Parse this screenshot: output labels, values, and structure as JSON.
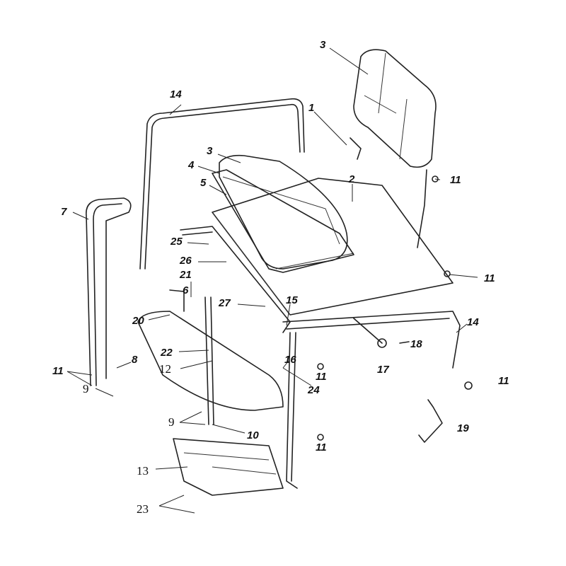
{
  "diagram": {
    "type": "exploded-parts-view",
    "callouts": [
      "1",
      "2",
      "3",
      "3",
      "4",
      "5",
      "6",
      "7",
      "8",
      "9",
      "9",
      "10",
      "11",
      "11",
      "11",
      "11",
      "11",
      "11",
      "12",
      "13",
      "14",
      "14",
      "15",
      "16",
      "17",
      "18",
      "19",
      "20",
      "21",
      "22",
      "23",
      "24",
      "25",
      "26",
      "27"
    ]
  }
}
